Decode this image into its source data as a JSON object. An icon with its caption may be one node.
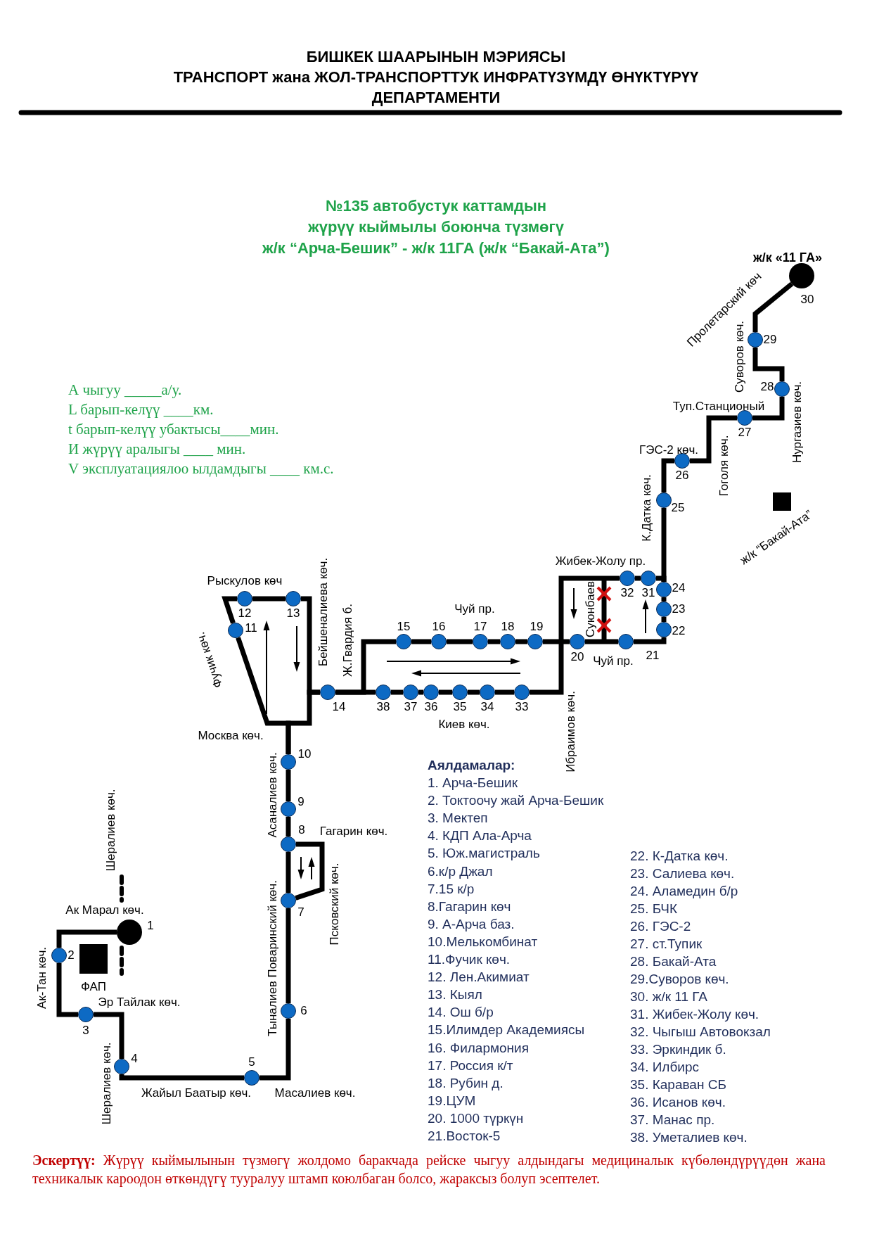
{
  "diagram": {
    "nodes": [
      {
        "text": [
          "1"
        ]
      },
      {
        "text": [
          "2"
        ]
      },
      {
        "text": [
          "3"
        ]
      },
      {
        "text": [
          "4"
        ]
      },
      {
        "text": [
          "5"
        ]
      },
      {
        "text": [
          "6"
        ]
      },
      {
        "text": [
          "7"
        ]
      },
      {
        "text": [
          "8"
        ]
      },
      {
        "text": [
          "9"
        ]
      },
      {
        "text": [
          "10"
        ]
      },
      {
        "text": [
          "11"
        ]
      },
      {
        "text": [
          "12"
        ]
      },
      {
        "text": [
          "13"
        ]
      },
      {
        "text": [
          "14"
        ]
      },
      {
        "text": [
          "15"
        ]
      },
      {
        "text": [
          "16"
        ]
      },
      {
        "text": [
          "17"
        ]
      },
      {
        "text": [
          "18"
        ]
      },
      {
        "text": [
          "19"
        ]
      },
      {
        "text": [
          "20"
        ]
      },
      {
        "text": [
          "21"
        ]
      },
      {
        "text": [
          "22"
        ]
      },
      {
        "text": [
          "23"
        ]
      },
      {
        "text": [
          "24"
        ]
      },
      {
        "text": [
          "25"
        ]
      },
      {
        "text": [
          "26"
        ]
      },
      {
        "text": [
          "27"
        ]
      },
      {
        "text": [
          "28"
        ]
      },
      {
        "text": [
          "29"
        ]
      },
      {
        "text": [
          "30"
        ],
        "beside": [
          "ж/к «11 ГА»"
        ]
      },
      {
        "text": [
          "31"
        ]
      },
      {
        "text": [
          "32"
        ]
      },
      {
        "text": [
          "33"
        ]
      },
      {
        "text": [
          "34"
        ]
      },
      {
        "text": [
          "35"
        ]
      },
      {
        "text": [
          "36"
        ]
      },
      {
        "text": [
          "37"
        ]
      },
      {
        "text": [
          "38"
        ]
      }
    ],
    "edges": [
      {
        "from": 0,
        "to": 1,
        "arrow": "none"
      },
      {
        "from": 1,
        "to": 2,
        "arrow": "none"
      },
      {
        "from": 2,
        "to": 3,
        "arrow": "none"
      },
      {
        "from": 3,
        "to": 4,
        "arrow": "none"
      },
      {
        "from": 4,
        "to": 5,
        "arrow": "none"
      },
      {
        "from": 5,
        "to": 6,
        "arrow": "none"
      },
      {
        "from": 6,
        "to": 7,
        "arrow": "none"
      },
      {
        "from": 7,
        "to": 6,
        "arrow": "none"
      },
      {
        "from": 7,
        "to": 8,
        "arrow": "none"
      },
      {
        "from": 8,
        "to": 9,
        "arrow": "none"
      },
      {
        "from": 9,
        "to": 10,
        "arrow": "none"
      },
      {
        "from": 10,
        "to": 11,
        "arrow": "none"
      },
      {
        "from": 11,
        "to": 12,
        "arrow": "none"
      },
      {
        "from": 12,
        "to": 13,
        "arrow": "none"
      },
      {
        "from": 9,
        "to": 13,
        "arrow": "none"
      },
      {
        "from": 13,
        "to": 14,
        "arrow": "none"
      },
      {
        "from": 14,
        "to": 15,
        "arrow": "none"
      },
      {
        "from": 15,
        "to": 16,
        "arrow": "none"
      },
      {
        "from": 16,
        "to": 17,
        "arrow": "none"
      },
      {
        "from": 17,
        "to": 18,
        "arrow": "none"
      },
      {
        "from": 18,
        "to": 19,
        "arrow": "none"
      },
      {
        "from": 19,
        "to": 20,
        "arrow": "none"
      },
      {
        "from": 20,
        "to": 21,
        "arrow": "none"
      },
      {
        "from": 21,
        "to": 22,
        "arrow": "none"
      },
      {
        "from": 22,
        "to": 23,
        "arrow": "none"
      },
      {
        "from": 23,
        "to": 24,
        "arrow": "none"
      },
      {
        "from": 24,
        "to": 25,
        "arrow": "none"
      },
      {
        "from": 25,
        "to": 26,
        "arrow": "none"
      },
      {
        "from": 26,
        "to": 27,
        "arrow": "none"
      },
      {
        "from": 27,
        "to": 28,
        "arrow": "none"
      },
      {
        "from": 28,
        "to": 29,
        "arrow": "none"
      },
      {
        "from": 23,
        "to": 30,
        "arrow": "none"
      },
      {
        "from": 30,
        "to": 31,
        "arrow": "none"
      },
      {
        "from": 31,
        "to": 32,
        "arrow": "none"
      },
      {
        "from": 32,
        "to": 33,
        "arrow": "none"
      },
      {
        "from": 33,
        "to": 34,
        "arrow": "none"
      },
      {
        "from": 34,
        "to": 35,
        "arrow": "none"
      },
      {
        "from": 35,
        "to": 36,
        "arrow": "none"
      },
      {
        "from": 36,
        "to": 37,
        "arrow": "none"
      },
      {
        "from": 37,
        "to": 13,
        "arrow": "none"
      }
    ],
    "labels": [
      "БИШКЕК ШААРЫНЫН МЭРИЯСЫ",
      "ТРАНСПОРТ жана ЖОЛ-ТРАНСПОРТТУК ИНФРАТҮЗҮМДҮ ӨНҮКТҮРҮҮ",
      "ДЕПАРТАМЕНТИ",
      "№135 автобустук каттамдын",
      "жүрүү кыймылы боюнча түзмөгү",
      "ж/к “Арча-Бешик” - ж/к 11ГА (ж/к “Бакай-Ата”)",
      "А чыгуу _____а/у.",
      "L барып-келүү ____км.",
      "t барып-келүү убактысы____мин.",
      "И жүрүү аралыгы ____ мин.",
      "V эксплуатациялоо ылдамдыгы ____ км.с.",
      "Пролетарский көч",
      "Суворов көч.",
      "Туп.Станционый",
      "Нургазиев көч.",
      "ГЭС-2 көч.",
      "Гоголя көч.",
      "ж/к “Бакай-Ата”",
      "К.Датка көч.",
      "Рыскулов көч",
      "Жибек-Жолу пр.",
      "Бейшеналиева көч.",
      "Ж.Гвардия б.",
      "Чуй пр.",
      "Фучик көч.",
      "Суюнбаев",
      "Чуй пр.",
      "Киев көч.",
      "Москва көч.",
      "Ибраимов көч.",
      "Асаналиев көч.",
      "Гагарин көч.",
      "Шералиев көч.",
      "Ак Марал көч.",
      "Псковский көч.",
      "Тыналиев Поваринский көч.",
      "Ак-Тан көч.",
      "ФАП",
      "Эр Тайлак көч.",
      "Шералиев көч.",
      "Жайыл Баатыр көч.",
      "Масалиев көч.",
      "Аялдамалар:",
      "1. Арча-Бешик",
      "2. Токтоочу жай Арча-Бешик",
      "3. Мектеп",
      "4. КДП Ала-Арча",
      "5. Юж.магистраль",
      "6.к/р Джал",
      "7.15 к/р",
      "8.Гагарин көч",
      "9. А-Арча баз.",
      "10.Мелькомбинат",
      "11.Фучик көч.",
      "12. Лен.Акимиат",
      "13. Кыял",
      "14. Ош б/р",
      "15.Илимдер Академиясы",
      "16. Филармония",
      "17. Россия к/т",
      "18. Рубин д.",
      "19.ЦУМ",
      "20. 1000 түркүн",
      "21.Восток-5",
      "22. К-Датка көч.",
      "23. Салиева көч.",
      "24. Аламедин б/р",
      "25. БЧК",
      "26. ГЭС-2",
      "27. ст.Тупик",
      "28. Бакай-Ата",
      "29.Суворов көч.",
      "30. ж/к 11 ГА",
      "31. Жибек-Жолу көч.",
      "32. Чыгыш Автовокзал",
      "33. Эркиндик б.",
      "34. Илбирс",
      "35. Караван СБ",
      "36. Исанов көч.",
      "37. Манас пр.",
      "38. Уметалиев көч.",
      "**Эскертүү:** Жүрүү кыймылынын түзмөгү жолдомо баракчада рейске чыгуу алдындагы медициналык күбөлөндүрүүдөн жана техникалык кароодон өткөндүгү тууралуу штамп коюлбаган болсо, жараксыз болуп эсептелет."
    ]
  }
}
